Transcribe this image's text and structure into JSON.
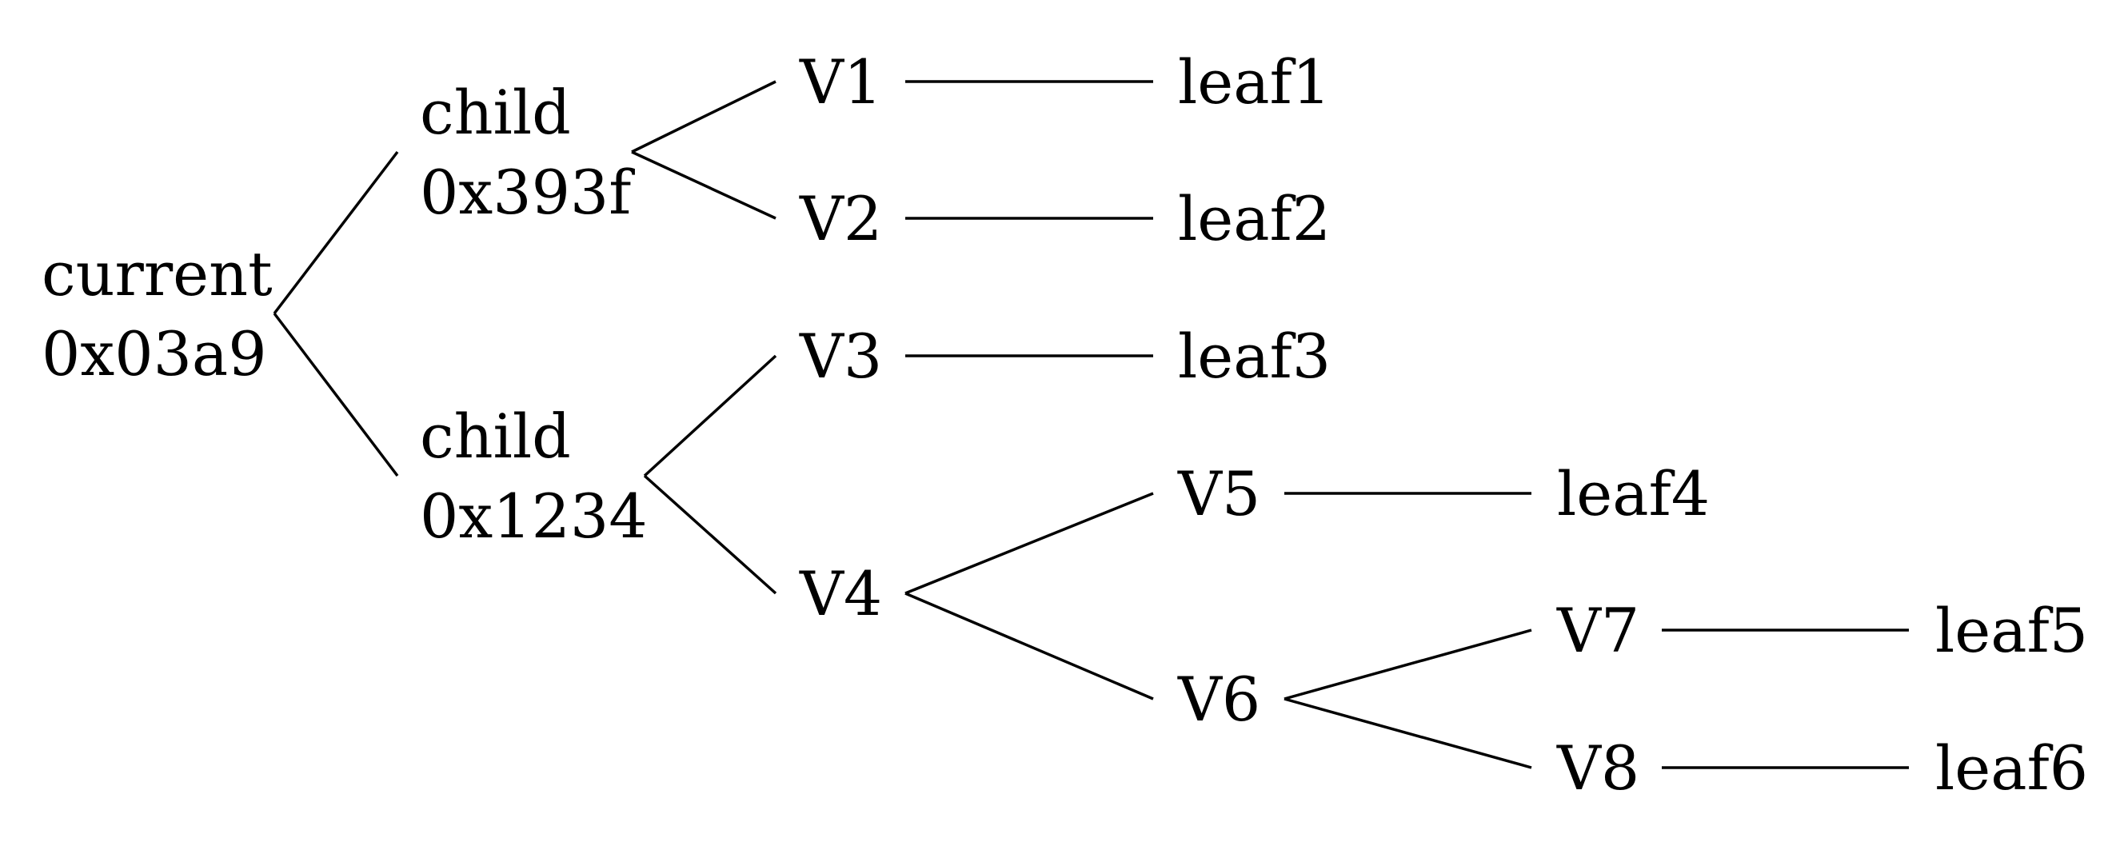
{
  "tree": {
    "root": {
      "id": "current",
      "lines": [
        "current",
        "0x03a9"
      ],
      "children": [
        {
          "id": "child-0x393f",
          "lines": [
            "child",
            "0x393f"
          ],
          "children": [
            {
              "id": "V1",
              "lines": [
                "V1"
              ],
              "children": [
                {
                  "id": "leaf1",
                  "lines": [
                    "leaf1"
                  ],
                  "children": []
                }
              ]
            },
            {
              "id": "V2",
              "lines": [
                "V2"
              ],
              "children": [
                {
                  "id": "leaf2",
                  "lines": [
                    "leaf2"
                  ],
                  "children": []
                }
              ]
            }
          ]
        },
        {
          "id": "child-0x1234",
          "lines": [
            "child",
            "0x1234"
          ],
          "children": [
            {
              "id": "V3",
              "lines": [
                "V3"
              ],
              "children": [
                {
                  "id": "leaf3",
                  "lines": [
                    "leaf3"
                  ],
                  "children": []
                }
              ]
            },
            {
              "id": "V4",
              "lines": [
                "V4"
              ],
              "children": [
                {
                  "id": "V5",
                  "lines": [
                    "V5"
                  ],
                  "children": [
                    {
                      "id": "leaf4",
                      "lines": [
                        "leaf4"
                      ],
                      "children": []
                    }
                  ]
                },
                {
                  "id": "V6",
                  "lines": [
                    "V6"
                  ],
                  "children": [
                    {
                      "id": "V7",
                      "lines": [
                        "V7"
                      ],
                      "children": [
                        {
                          "id": "leaf5",
                          "lines": [
                            "leaf5"
                          ],
                          "children": []
                        }
                      ]
                    },
                    {
                      "id": "V8",
                      "lines": [
                        "V8"
                      ],
                      "children": [
                        {
                          "id": "leaf6",
                          "lines": [
                            "leaf6"
                          ],
                          "children": []
                        }
                      ]
                    }
                  ]
                }
              ]
            }
          ]
        }
      ]
    }
  }
}
